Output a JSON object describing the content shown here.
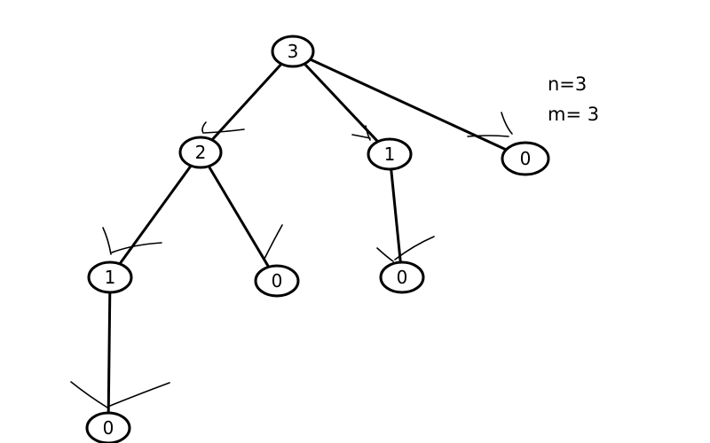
{
  "params": {
    "n": "n=3",
    "m": "m= 3"
  },
  "tree": {
    "nodes": [
      {
        "id": "root",
        "label": "3"
      },
      {
        "id": "a",
        "label": "2"
      },
      {
        "id": "b",
        "label": "1"
      },
      {
        "id": "c",
        "label": "0"
      },
      {
        "id": "a1",
        "label": "1"
      },
      {
        "id": "a2",
        "label": "0"
      },
      {
        "id": "b1",
        "label": "0"
      },
      {
        "id": "a1a",
        "label": "0"
      }
    ],
    "edges": [
      {
        "from": "root",
        "to": "a"
      },
      {
        "from": "root",
        "to": "b"
      },
      {
        "from": "root",
        "to": "c"
      },
      {
        "from": "a",
        "to": "a1"
      },
      {
        "from": "a",
        "to": "a2"
      },
      {
        "from": "b",
        "to": "b1"
      },
      {
        "from": "a1",
        "to": "a1a"
      }
    ]
  }
}
